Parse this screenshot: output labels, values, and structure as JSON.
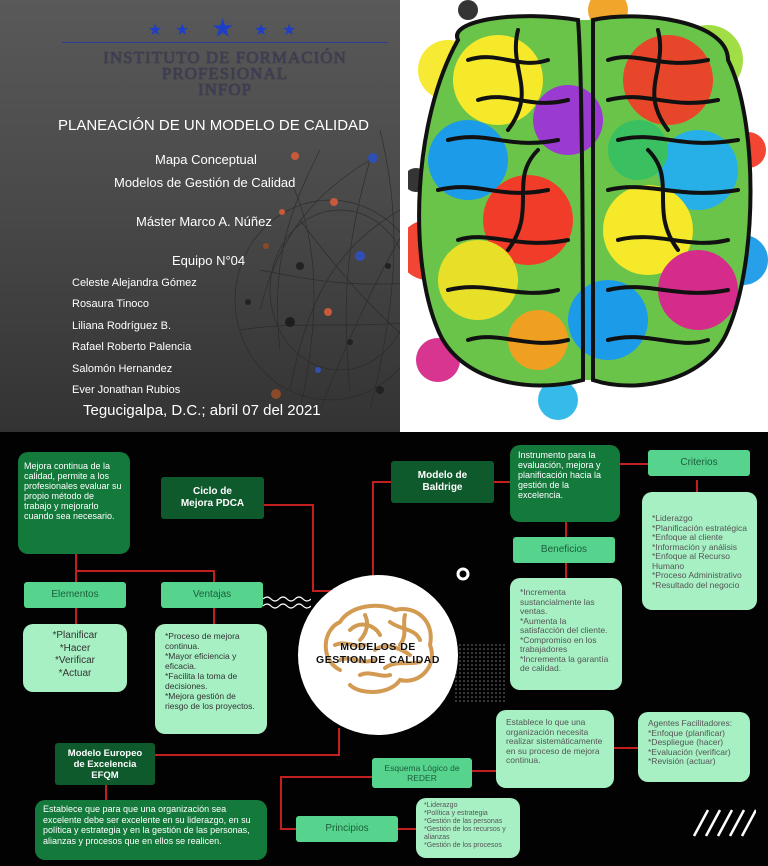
{
  "slide1": {
    "institution": [
      "INSTITUTO DE FORMACIÓN",
      "PROFESIONAL",
      "INFOP"
    ],
    "title": "PLANEACIÓN DE UN MODELO DE CALIDAD",
    "subtitle1": "Mapa Conceptual",
    "subtitle2": "Modelos de Gestión de Calidad",
    "teacher": "Máster Marco A. Núñez",
    "team": "Equipo N°04",
    "members": [
      "Celeste Alejandra Gómez",
      "Rosaura Tinoco",
      "Liliana Rodríguez B.",
      "Rafael Roberto Palencia",
      "Salomón Hernandez",
      "Ever Jonathan Rubios"
    ],
    "footer": "Tegucigalpa, D.C.;  abril 07 del 2021"
  },
  "map": {
    "center_title": "MODELOS DE\nGESTION DE CALIDAD",
    "pdca": {
      "title": "Ciclo de\nMejora PDCA",
      "description": "Mejora continua de la calidad, permite a los profesionales evaluar su propio método de trabajo y mejorarlo cuando sea necesario.",
      "elements_label": "Elementos",
      "elements": [
        "*Planificar",
        "*Hacer",
        "*Verificar",
        "*Actuar"
      ],
      "advantages_label": "Ventajas",
      "advantages": [
        "*Proceso de mejora continua.",
        "*Mayor eficiencia y eficacia.",
        "*Facilita la toma de decisiones.",
        "*Mejora gestión de riesgo de los proyectos."
      ]
    },
    "baldrige": {
      "title": "Modelo de\nBaldrige",
      "description": "Instrumento para la evaluación, mejora y planificación hacia la gestión de la excelencia.",
      "criteria_label": "Criterios",
      "criteria": [
        "*Liderazgo",
        "*Planificación estratégica",
        "*Enfoque al cliente",
        "*Información y análisis",
        "*Enfoque al Recurso Humano",
        "*Proceso Administrativo",
        "*Resultado del negocio"
      ],
      "benefits_label": "Beneficios",
      "benefits": [
        "*Incrementa sustancialmente las ventas.",
        "*Aumenta la satisfacción del cliente.",
        "*Compromiso en los trabajadores",
        "*Incrementa la garantía de calidad."
      ]
    },
    "efqm": {
      "title": "Modelo Europeo\nde Excelencia\nEFQM",
      "description": "Establece que para que una organización sea excelente debe ser excelente en su liderazgo, en su política y estrategia y en la gestión de las personas, alianzas y procesos que en ellos se realicen.",
      "reder_label": "Esquema Lógico de\nREDER",
      "reder_description": "Establece lo que una organización necesita realizar sistemáticamente en su proceso de mejora continua.",
      "agents_title": "Agentes Facilitadores:",
      "agents": [
        "*Enfoque (planificar)",
        "*Despliegue (hacer)",
        "*Evaluación (verificar)",
        "*Revisión (actuar)"
      ],
      "principles_label": "Principios",
      "principles": [
        "*Liderazgo",
        "*Política y estrategia",
        "*Gestión de las personas",
        "*Gestión de los recursos y alianzas",
        "*Gestión de los procesos"
      ]
    }
  },
  "colors": {
    "dark_green": "#147a3c",
    "medium_green": "#56d48e",
    "light_green": "#a7f0c4",
    "connector_red": "#c2201f",
    "star_blue": "#1d3fc7"
  }
}
